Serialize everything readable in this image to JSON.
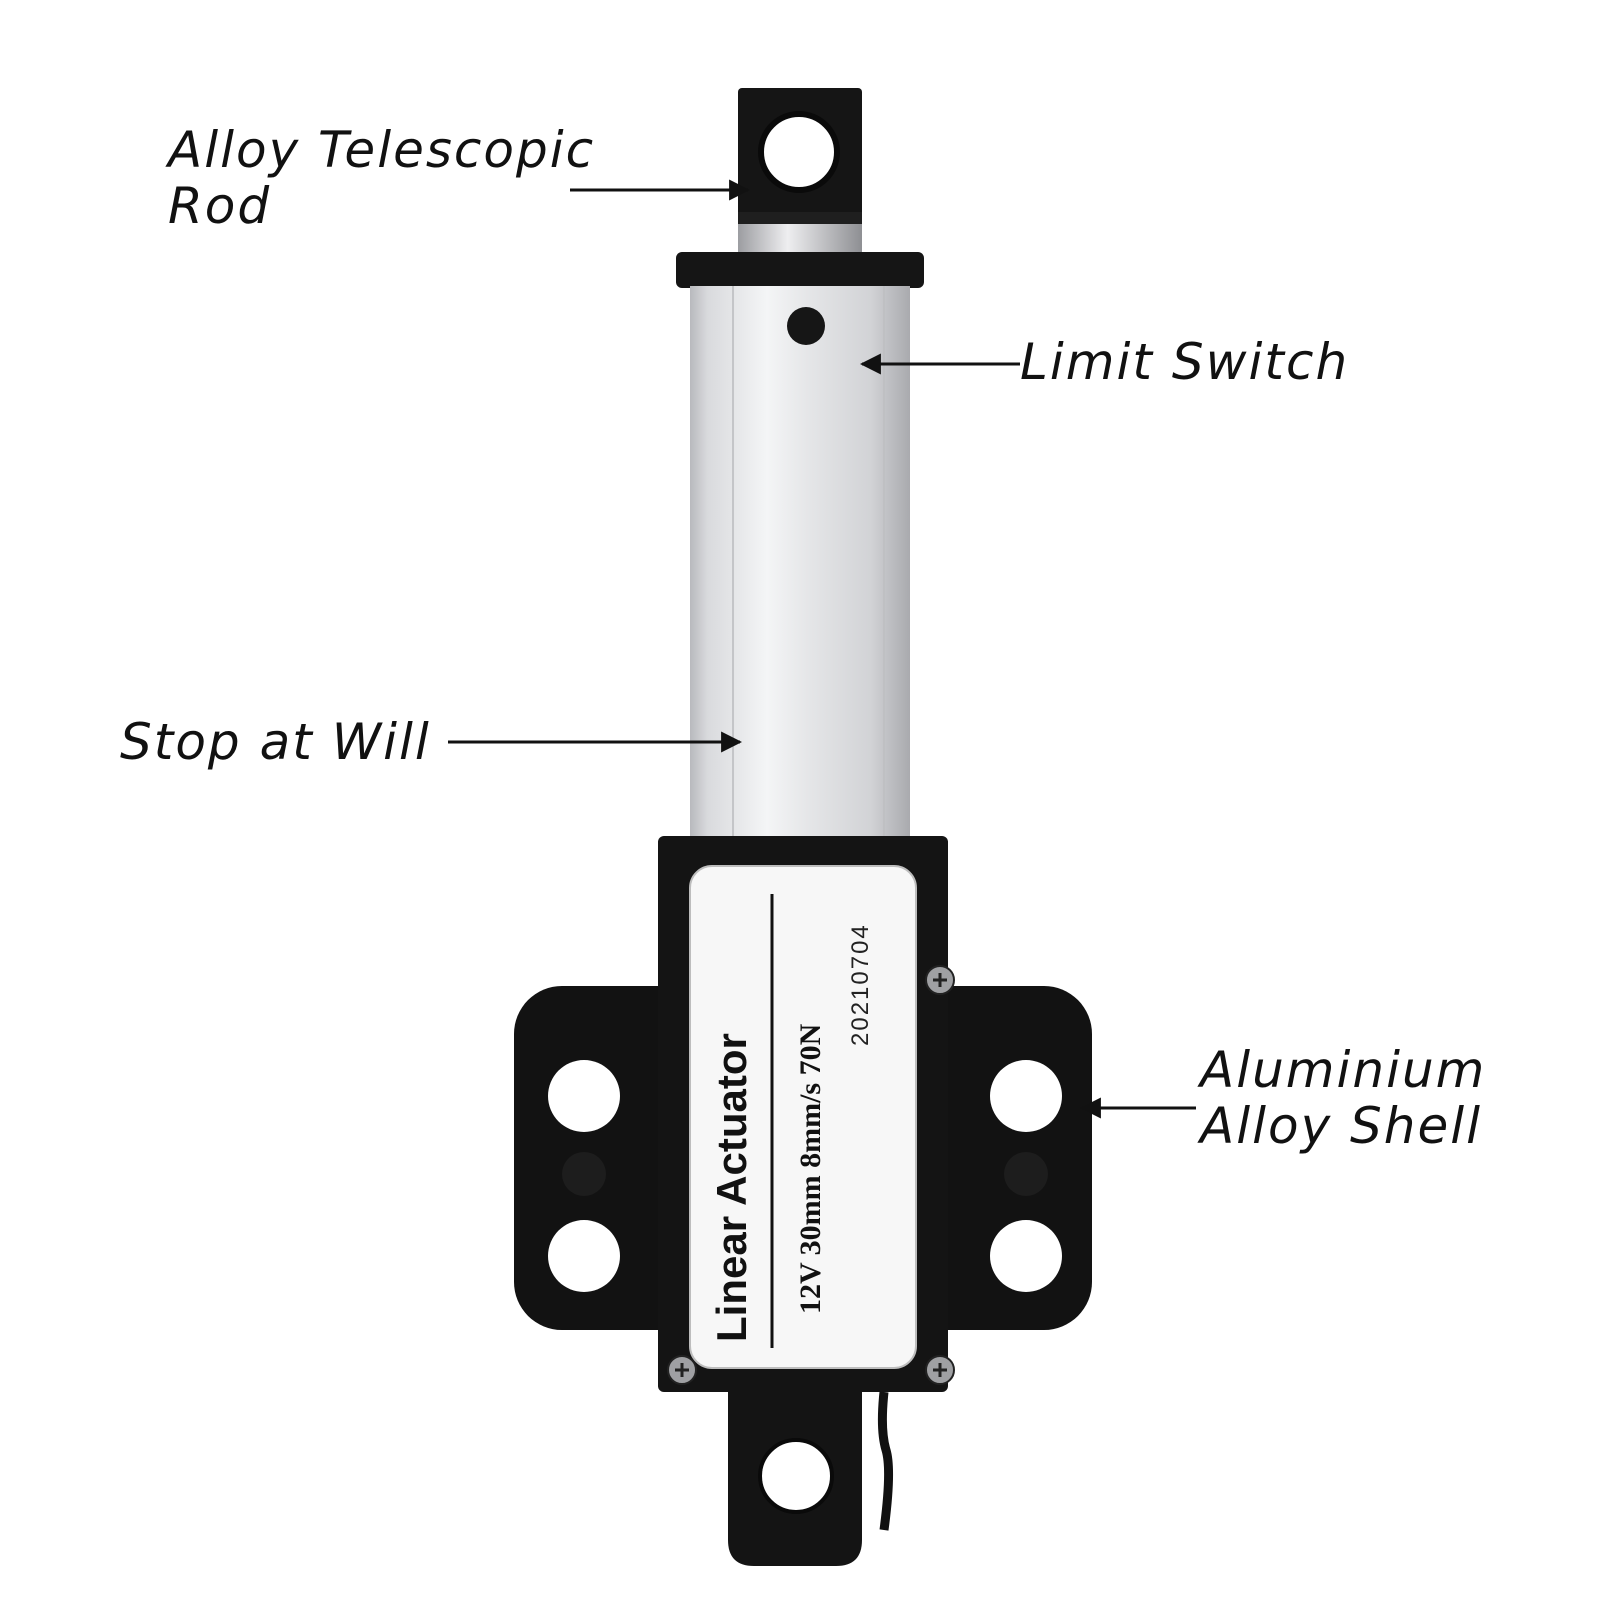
{
  "callouts": {
    "rod": {
      "line1": "Alloy Telescopic",
      "line2": "Rod"
    },
    "limit_switch": {
      "text": "Limit Switch"
    },
    "stop": {
      "text": "Stop at Will"
    },
    "shell": {
      "line1": "Aluminium",
      "line2": "Alloy Shell"
    }
  },
  "label_plate": {
    "title": "Linear Actuator",
    "spec": "12V 30mm 8mm/s 70N",
    "code": "20210704"
  },
  "colors": {
    "body_black": "#141414",
    "shell_silver": "#dcdde0",
    "label_white": "#f7f7f7",
    "text": "#111111"
  }
}
